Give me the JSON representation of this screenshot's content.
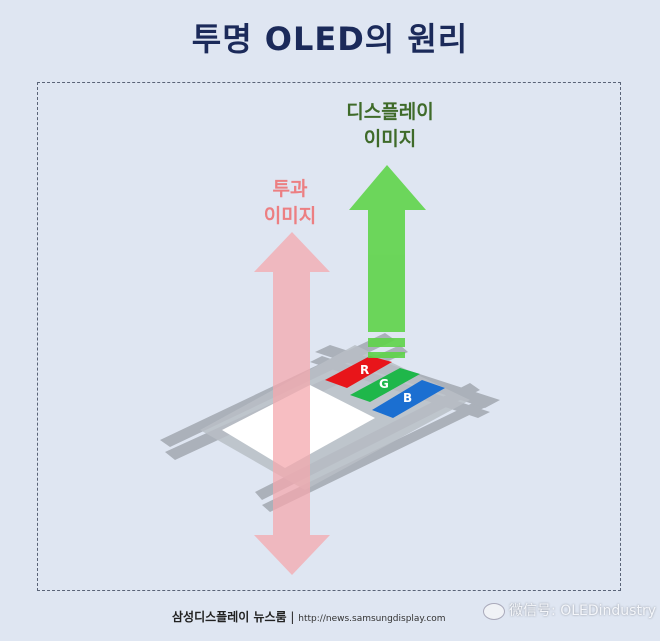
{
  "title": "투명 OLED의 원리",
  "labels": {
    "display_image": [
      "디스플레이",
      "이미지"
    ],
    "transmitted_image": [
      "투과",
      "이미지"
    ],
    "subpixels": [
      "R",
      "G",
      "B"
    ]
  },
  "footer": {
    "brand": "삼성디스플레이 뉴스룸",
    "separator": "|",
    "url": "http://news.samsungdisplay.com"
  },
  "watermark": "微信号: OLEDindustry",
  "colors": {
    "title": "#1b2a5a",
    "display_arrow": "#5fd44a",
    "transmitted_arrow": "#f4b4b8",
    "red": "#e8151a",
    "green": "#1fb74a",
    "blue": "#1b6fd1"
  }
}
